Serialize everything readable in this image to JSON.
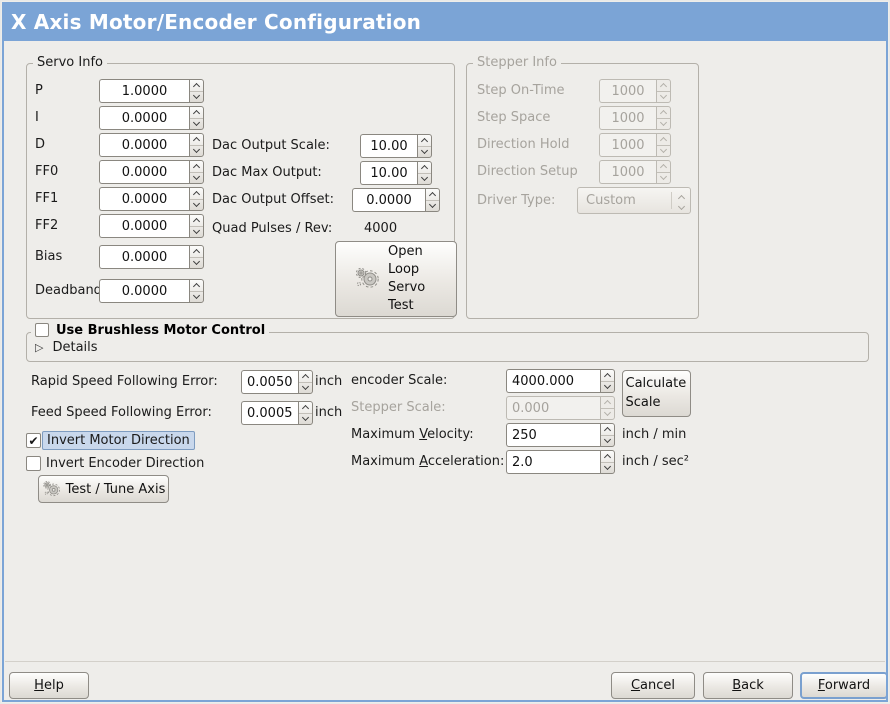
{
  "window": {
    "title": "X Axis Motor/Encoder Configuration"
  },
  "servo_info": {
    "title": "Servo Info",
    "fields": [
      {
        "label": "P",
        "value": "1.0000"
      },
      {
        "label": "I",
        "value": "0.0000"
      },
      {
        "label": "D",
        "value": "0.0000"
      },
      {
        "label": "FF0",
        "value": "0.0000"
      },
      {
        "label": "FF1",
        "value": "0.0000"
      },
      {
        "label": "FF2",
        "value": "0.0000"
      },
      {
        "label": "Bias",
        "value": "0.0000"
      },
      {
        "label": "Deadband",
        "value": "0.0000"
      }
    ],
    "dac_scale_label": "Dac Output Scale:",
    "dac_scale_value": "10.00",
    "dac_max_label": "Dac Max Output:",
    "dac_max_value": "10.00",
    "dac_offset_label": "Dac Output Offset:",
    "dac_offset_value": "0.0000",
    "quad_label": "Quad Pulses / Rev:",
    "quad_value": "4000",
    "open_loop_button": "Open Loop Servo Test"
  },
  "stepper_info": {
    "title": "Stepper Info",
    "fields": [
      {
        "label": "Step On-Time",
        "value": "1000"
      },
      {
        "label": "Step Space",
        "value": "1000"
      },
      {
        "label": "Direction Hold",
        "value": "1000"
      },
      {
        "label": "Direction Setup",
        "value": "1000"
      }
    ],
    "driver_type_label": "Driver Type:",
    "driver_type_value": "Custom"
  },
  "brushless": {
    "checkbox_label": "Use Brushless Motor Control",
    "checkbox_glyph": "",
    "details_label": "Details"
  },
  "following_error": {
    "rapid_label": "Rapid Speed Following Error:",
    "rapid_value": "0.0050",
    "rapid_unit": "inch",
    "feed_label": "Feed Speed Following Error:",
    "feed_value": "0.0005",
    "feed_unit": "inch"
  },
  "scaling": {
    "encoder_label": "encoder Scale:",
    "encoder_value": "4000.000",
    "stepper_label": "Stepper Scale:",
    "stepper_value": "0.000",
    "calculate_button": "Calculate Scale",
    "velocity_label": {
      "pre": "Maximum ",
      "u": "V",
      "post": "elocity:"
    },
    "velocity_value": "250",
    "velocity_unit": "inch / min",
    "accel_label": {
      "pre": "Maximum ",
      "u": "A",
      "post": "cceleration:"
    },
    "accel_value": "2.0",
    "accel_unit": "inch / sec²"
  },
  "invert": {
    "motor_label": "Invert Motor Direction",
    "motor_glyph": "✔",
    "encoder_label": "Invert Encoder Direction",
    "encoder_glyph": ""
  },
  "test_tune_button": "Test / Tune Axis",
  "footer": {
    "help": {
      "pre": "",
      "u": "H",
      "post": "elp"
    },
    "cancel": {
      "pre": "",
      "u": "C",
      "post": "ancel"
    },
    "back": {
      "pre": "",
      "u": "B",
      "post": "ack"
    },
    "forward": {
      "pre": "",
      "u": "F",
      "post": "orward"
    }
  },
  "colors": {
    "titlebar_bg": "#7ba4d6",
    "focus_border": "#7aa0cf",
    "selection_bg": "#c9d8ec"
  }
}
